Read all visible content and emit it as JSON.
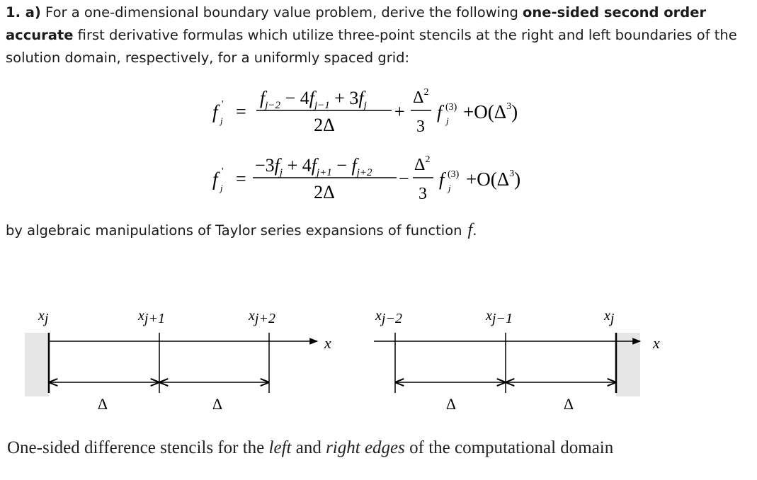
{
  "problem": {
    "number": "1. a)",
    "text_1": " For a one-dimensional boundary value problem, derive the following ",
    "bold_1": "one-sided second order accurate",
    "text_2": " first derivative formulas which utilize three-point stencils at the right and left boundaries of the solution domain, respectively, for a uniformly spaced grid:"
  },
  "equation_1": {
    "lhs": "f",
    "lhs_prime": "'",
    "lhs_sub": "j",
    "eq": "=",
    "num": {
      "t1": "f",
      "t1_sub": "j−2",
      "op1": " − 4",
      "t2": "f",
      "t2_sub": "j−1",
      "op2": " + 3",
      "t3": "f",
      "t3_sub": "j"
    },
    "den": "2Δ",
    "sign": "+",
    "coef_num": "Δ",
    "coef_num_sup": "2",
    "coef_den": "3",
    "deriv": "f",
    "deriv_sup": "(3)",
    "deriv_sub": "j",
    "order": "+O(Δ",
    "order_sup": "3",
    "order_close": ")"
  },
  "equation_2": {
    "lhs": "f",
    "lhs_prime": "'",
    "lhs_sub": "j",
    "eq": "=",
    "num": {
      "t1_coef": "−3",
      "t1": "f",
      "t1_sub": "j",
      "op1": " + 4",
      "t2": "f",
      "t2_sub": "j+1",
      "op2": " − ",
      "t3": "f",
      "t3_sub": "j+2"
    },
    "den": "2Δ",
    "sign": "−",
    "coef_num": "Δ",
    "coef_num_sup": "2",
    "coef_den": "3",
    "deriv": "f",
    "deriv_sup": "(3)",
    "deriv_sub": "j",
    "order": "+O(Δ",
    "order_sup": "3",
    "order_close": ")"
  },
  "tail": {
    "text": "by algebraic manipulations of Taylor series expansions of function",
    "var": "f",
    "period": "."
  },
  "diagram": {
    "left": {
      "labels": [
        "x",
        "x",
        "x"
      ],
      "subs": [
        "j",
        "j+1",
        "j+2"
      ],
      "axis_label": "x",
      "spacing_label": "Δ"
    },
    "right": {
      "labels": [
        "x",
        "x",
        "x"
      ],
      "subs": [
        "j−2",
        "j−1",
        "j"
      ],
      "axis_label": "x",
      "spacing_label": "Δ"
    },
    "wall_color": "#e6e6e6",
    "line_color": "#000000"
  },
  "caption": {
    "text_1": "One-sided difference stencils for the ",
    "italic_1": "left",
    "text_2": " and ",
    "italic_2": "right edges",
    "text_3": " of the computational domain"
  }
}
